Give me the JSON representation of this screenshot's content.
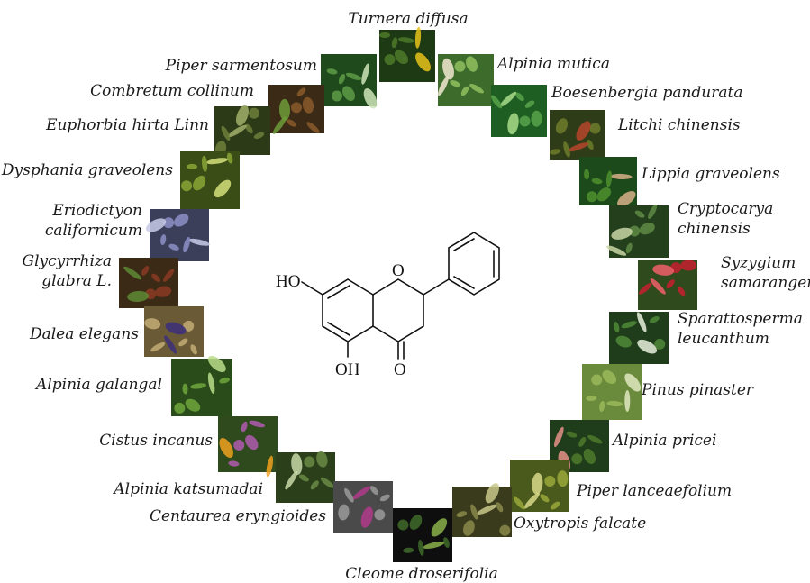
{
  "structure_labels": {
    "ho": "HO",
    "oh": "OH",
    "ring_o": "O",
    "keto_o": "O"
  },
  "plants": [
    {
      "id": "turnera",
      "label": "Turnera diffusa",
      "swatch": [
        "#1d3a14",
        "#4f7a2a",
        "#e8c21a"
      ]
    },
    {
      "id": "piper-sarmentosum",
      "label": "Piper sarmentosum",
      "swatch": [
        "#1f4a1c",
        "#5e9a45",
        "#cfe5b8"
      ]
    },
    {
      "id": "alpinia-mutica",
      "label": "Alpinia mutica",
      "swatch": [
        "#3d6b2c",
        "#8fbf5e",
        "#f1e7d0"
      ]
    },
    {
      "id": "combretum",
      "label": "Combretum collinum",
      "swatch": [
        "#3a2a16",
        "#8a5a2a",
        "#6e9b3a"
      ]
    },
    {
      "id": "boesenbergia",
      "label": "Boesenbergia pandurata",
      "swatch": [
        "#1f5e23",
        "#58a24a",
        "#a8dc88"
      ]
    },
    {
      "id": "euphorbia",
      "label": "Euphorbia hirta Linn",
      "swatch": [
        "#2c3a17",
        "#6d7f3a",
        "#a2b06a"
      ]
    },
    {
      "id": "litchi",
      "label": "Litchi chinensis",
      "swatch": [
        "#2e3d18",
        "#6e7c2c",
        "#b5452c"
      ]
    },
    {
      "id": "dysphania",
      "label": "Dysphania graveolens",
      "swatch": [
        "#3a4d16",
        "#8aa536",
        "#d5e07a"
      ]
    },
    {
      "id": "lippia-graveolens",
      "label": "Lippia graveolens",
      "swatch": [
        "#1d4a1a",
        "#4f8f2e",
        "#d8b08a"
      ]
    },
    {
      "id": "eriodictyon",
      "label": "Eriodictyon",
      "label2": "californicum",
      "swatch": [
        "#3b3f5a",
        "#8c8fc6",
        "#c9cbe8"
      ]
    },
    {
      "id": "cryptocarya",
      "label": "Cryptocarya",
      "label2": "chinensis",
      "swatch": [
        "#243f1c",
        "#5f8a45",
        "#c9d6a5"
      ]
    },
    {
      "id": "glycyrrhiza",
      "label": "Glycyrrhiza",
      "label2": "glabra L.",
      "swatch": [
        "#3a2a16",
        "#8b3a22",
        "#5e8a35"
      ]
    },
    {
      "id": "syzygium",
      "label": "Syzygium",
      "label2": "samarangense",
      "swatch": [
        "#2f4a1c",
        "#c4202e",
        "#ef5f6a"
      ]
    },
    {
      "id": "dalea",
      "label": "Dalea elegans",
      "swatch": [
        "#6a5a36",
        "#c2ab74",
        "#3b2f7a"
      ]
    },
    {
      "id": "sparattosperma",
      "label": "Sparattosperma",
      "label2": "leucanthum",
      "swatch": [
        "#1f3d1a",
        "#4f8a3a",
        "#e9f0dd"
      ]
    },
    {
      "id": "alpinia-galangal",
      "label": "Alpinia galangal",
      "swatch": [
        "#2a4c1a",
        "#6ea43c",
        "#b9dc8a"
      ]
    },
    {
      "id": "pinus",
      "label": "Pinus pinaster",
      "swatch": [
        "#6a8a3c",
        "#9ab85a",
        "#dfe8c0"
      ]
    },
    {
      "id": "cistus",
      "label": "Cistus incanus",
      "swatch": [
        "#2f4a1c",
        "#b05ab0",
        "#f0a020"
      ]
    },
    {
      "id": "alpinia-pricei",
      "label": "Alpinia pricei",
      "swatch": [
        "#1f3d1a",
        "#4f7a2c",
        "#e8908a"
      ]
    },
    {
      "id": "alpinia-katsumadai",
      "label": "Alpinia katsumadai",
      "swatch": [
        "#2a3f1a",
        "#6a8a44",
        "#c8d8a8"
      ]
    },
    {
      "id": "piper-lanceaefolium",
      "label": "Piper lanceaefolium",
      "swatch": [
        "#4a5a1c",
        "#9aa83a",
        "#d8d88a"
      ]
    },
    {
      "id": "centaurea",
      "label": "Centaurea eryngioides",
      "swatch": [
        "#4a4a4a",
        "#9a9a9a",
        "#b23a8a"
      ]
    },
    {
      "id": "oxytropis",
      "label": "Oxytropis falcate",
      "swatch": [
        "#3a3a1c",
        "#8a8a4a",
        "#c8c88a"
      ]
    },
    {
      "id": "cleome",
      "label": "Cleome droserifolia",
      "swatch": [
        "#0e0e0e",
        "#3f6a2a",
        "#8ab04a"
      ]
    }
  ]
}
